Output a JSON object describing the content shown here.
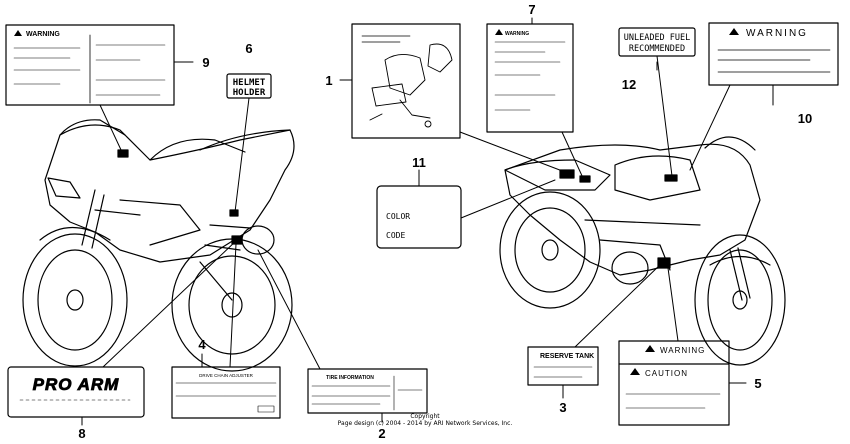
{
  "callouts": [
    "1",
    "2",
    "3",
    "4",
    "5",
    "6",
    "7",
    "8",
    "9",
    "10",
    "11",
    "12"
  ],
  "labels": {
    "helmet_holder_line1": "HELMET",
    "helmet_holder_line2": "HOLDER",
    "warning": "WARNING",
    "caution": "CAUTION",
    "unleaded_line1": "UNLEADED FUEL",
    "unleaded_line2": "RECOMMENDED",
    "color_code_line1": "COLOR",
    "color_code_line2": "CODE",
    "reserve_tank": "RESERVE TANK",
    "pro_arm": "PRO ARM",
    "drive_chain": "DRIVE CHAIN ADJUSTER",
    "tire_info": "TIRE INFORMATION"
  },
  "copyright": {
    "line1": "Copyright",
    "line2": "Page design (c) 2004 - 2014 by ARI Network Services, Inc."
  }
}
